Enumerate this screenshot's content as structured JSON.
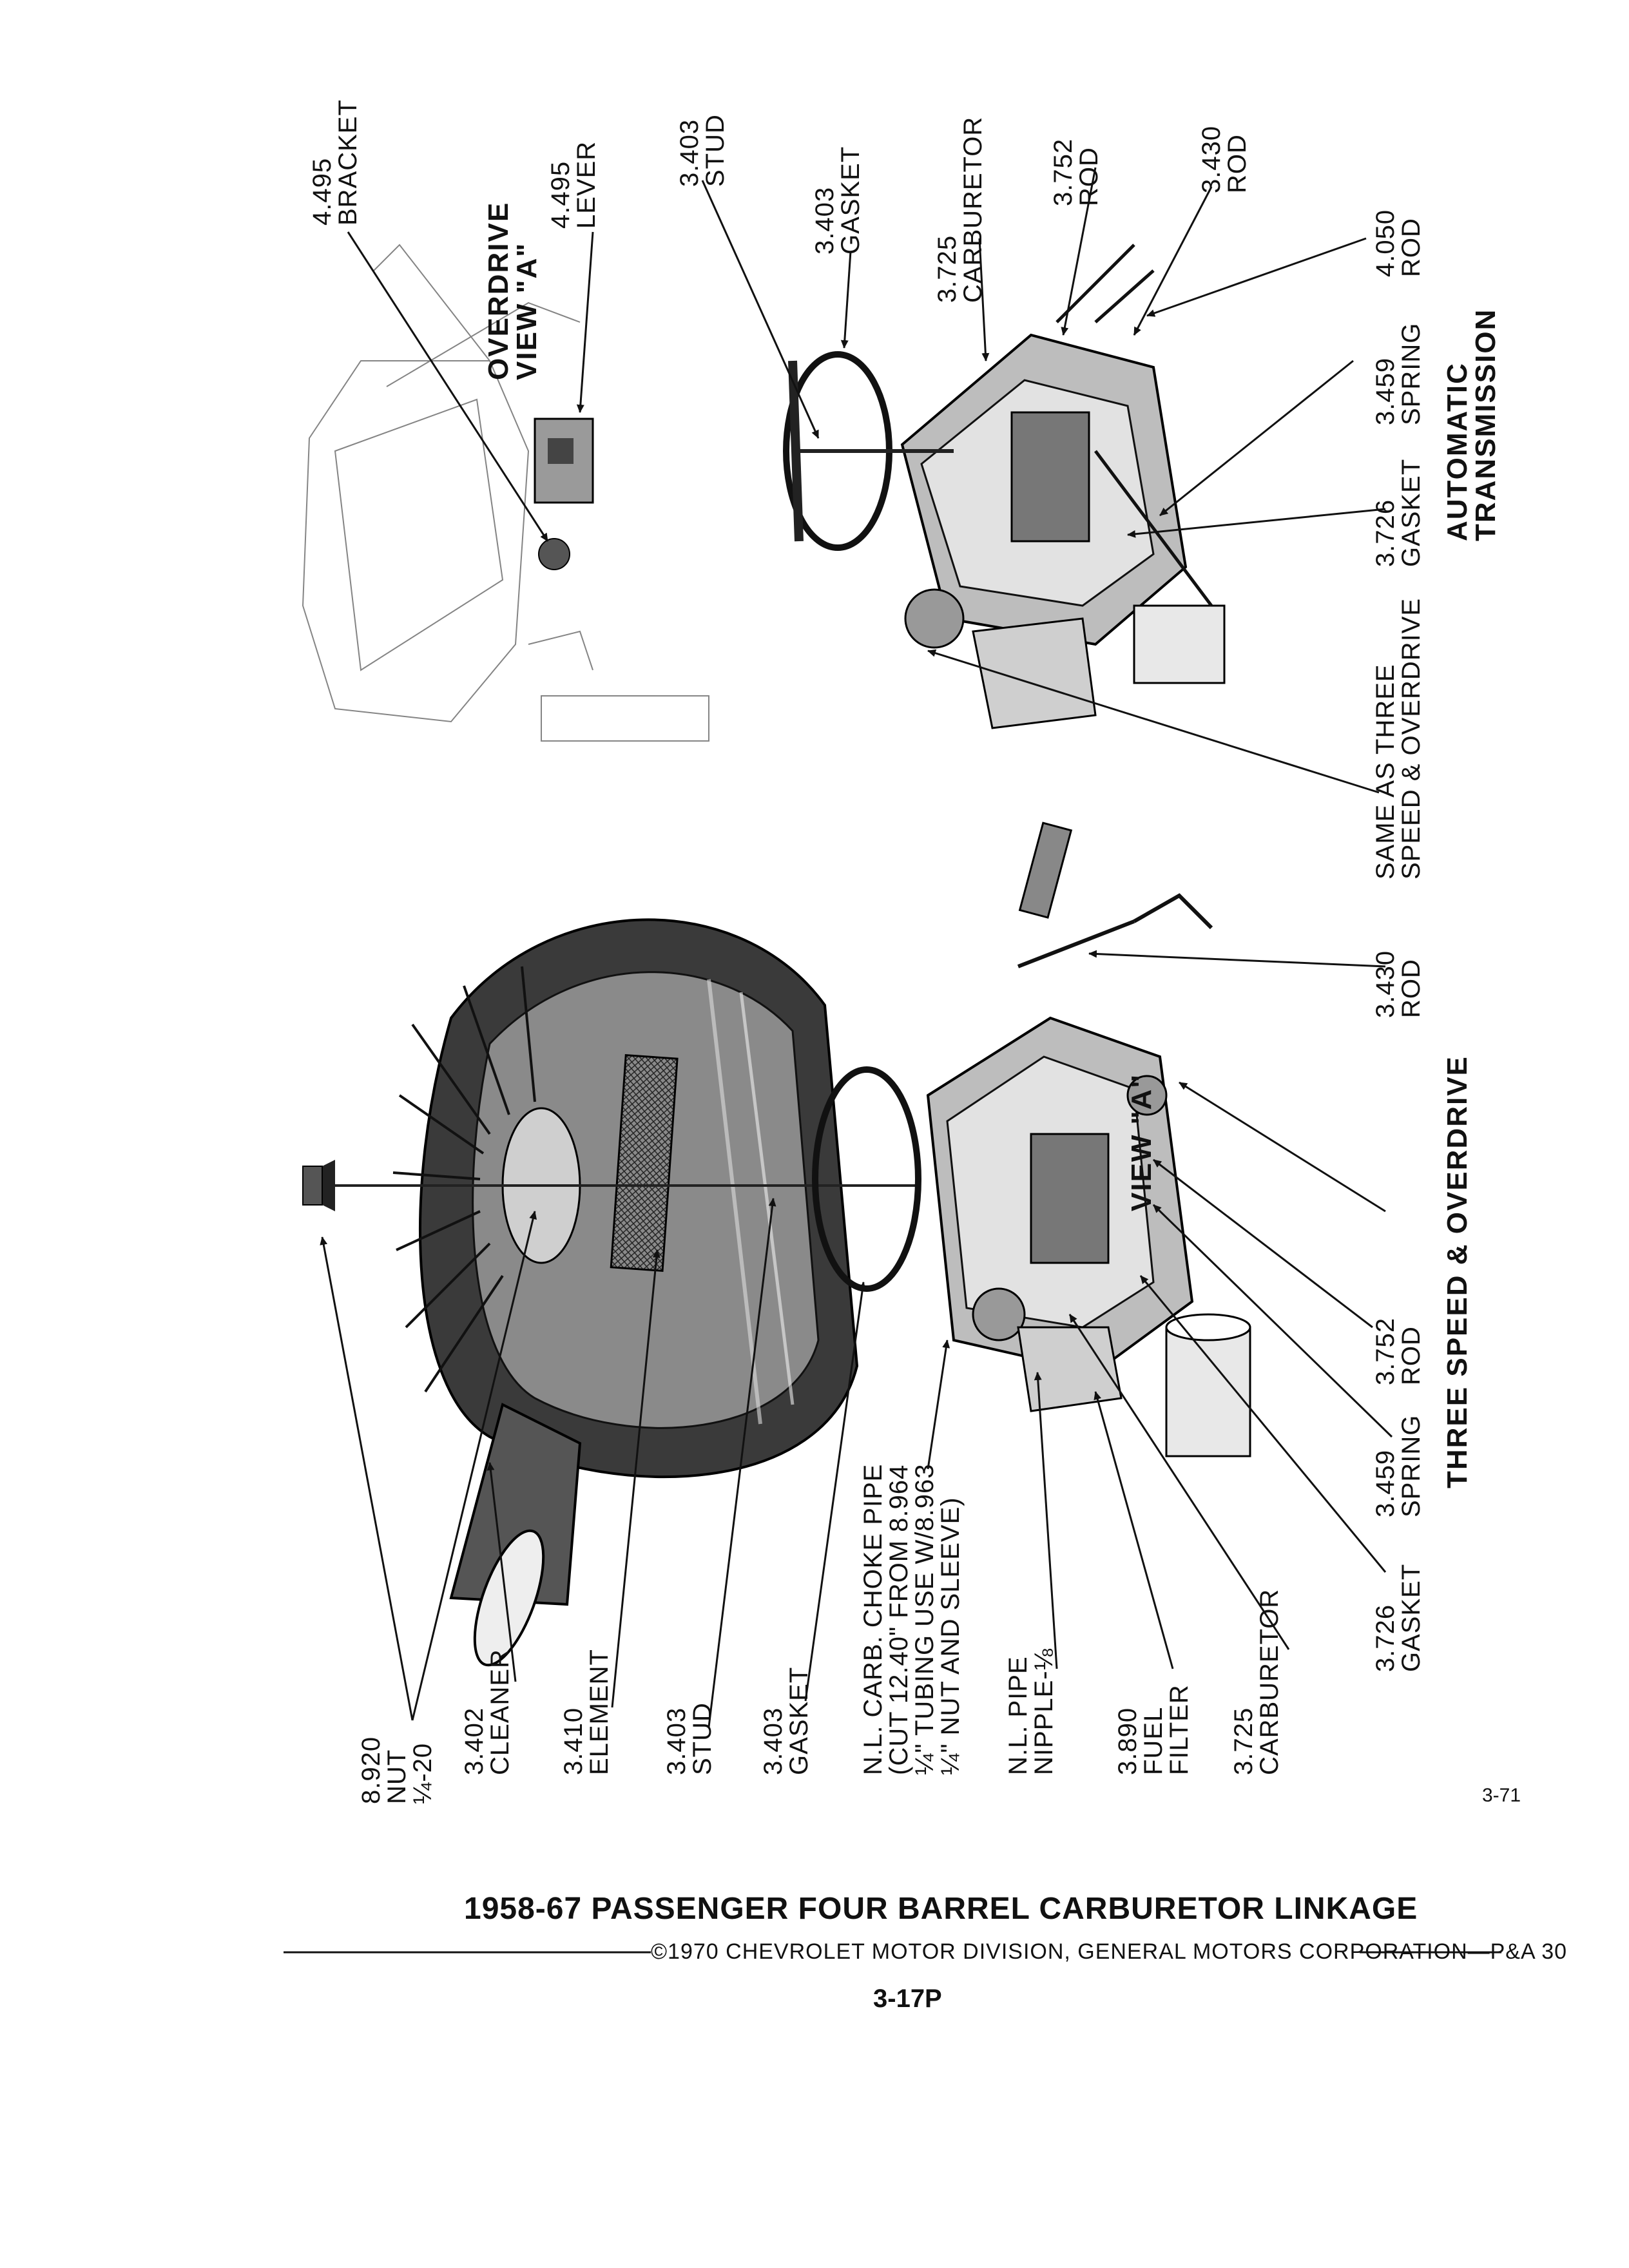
{
  "footer": {
    "page_id": "3-71",
    "title": "1958-67 PASSENGER FOUR BARREL CARBURETOR LINKAGE",
    "copyright": "©1970 CHEVROLET MOTOR DIVISION, GENERAL MOTORS CORPORATION—P&A 30",
    "page_number": "3-17P"
  },
  "sections": {
    "overdrive_view": "OVERDRIVE\nVIEW \"A\"",
    "automatic": "AUTOMATIC\nTRANSMISSION",
    "three_speed": "THREE SPEED & OVERDRIVE",
    "view_a": "VIEW \"A\""
  },
  "labels": {
    "l_nut": "8.920\nNUT\n¼-20",
    "l_cleaner": "3.402\nCLEANER",
    "l_element": "3.410\nELEMENT",
    "l_stud": "3.403\nSTUD",
    "l_gasket": "3.403\nGASKET",
    "l_choke": "N.L. CARB. CHOKE PIPE\n(CUT 12.40\" FROM 8.964\n¼\" TUBING USE W/8.963\n¼\" NUT AND SLEEVE)",
    "l_nipple": "N.L. PIPE\nNIPPLE-⅛",
    "l_filter": "3.890\nFUEL\nFILTER",
    "l_carb": "3.725\nCARBURETOR",
    "b_gasket": "3.726\nGASKET",
    "b_spring": "3.459\nSPRING",
    "b_rod752": "3.752\nROD",
    "b_rod430": "3.430\nROD",
    "b_same": "SAME AS THREE\nSPEED & OVERDRIVE",
    "b_auto_gasket": "3.726\nGASKET",
    "b_auto_spring": "3.459\nSPRING",
    "b_rod4050": "4.050\nROD",
    "t_bracket": "4.495\nBRACKET",
    "t_lever": "4.495\nLEVER",
    "t_stud": "3.403\nSTUD",
    "t_gasket": "3.403\nGASKET",
    "t_carb": "3.725\nCARBURETOR",
    "t_rod752": "3.752\nROD",
    "t_rod430": "3.430\nROD"
  }
}
